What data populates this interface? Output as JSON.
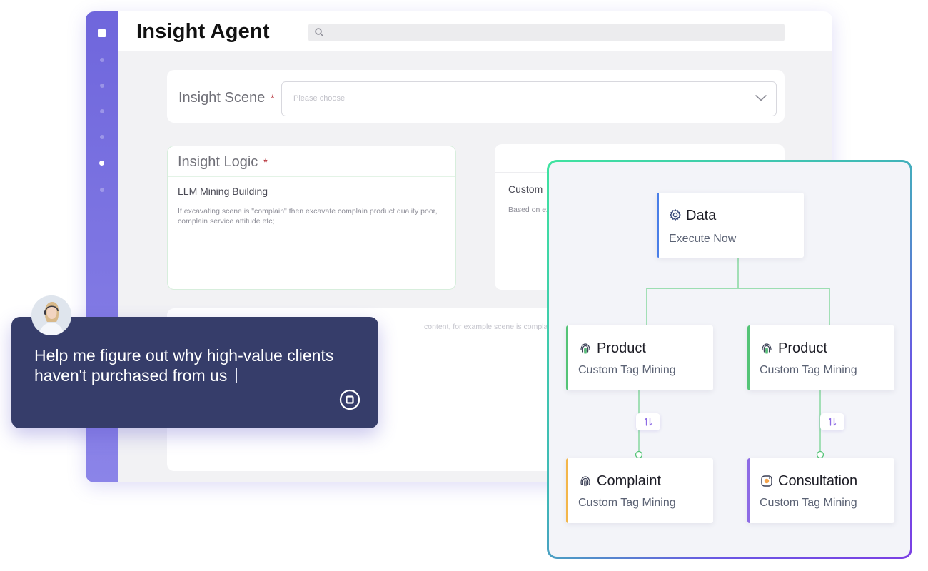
{
  "app": {
    "title": "Insight Agent",
    "search": {
      "placeholder": ""
    }
  },
  "form": {
    "scene": {
      "label": "Insight Scene",
      "required_mark": "*",
      "placeholder": "Please choose"
    },
    "logic": {
      "label": "Insight Logic",
      "required_mark": "*",
      "subtitle": "LLM Mining Building",
      "description": "If excavating scene is \"complain\" then excavate complain product quality poor, complain service attitude etc;"
    },
    "custom": {
      "subtitle": "Custom",
      "description": "Based on excavating"
    },
    "content": {
      "description": "content, for example scene is complain, then ics complain etc."
    }
  },
  "chat": {
    "message": "Help me figure out why high-value clients haven't purchased from us",
    "stop_icon": "stop-circle-icon"
  },
  "flow": {
    "nodes": {
      "data": {
        "title": "Data",
        "subtitle": "Execute Now",
        "icon": "gear-icon"
      },
      "product_left": {
        "title": "Product",
        "subtitle": "Custom Tag Mining",
        "icon": "fingerprint-icon"
      },
      "product_right": {
        "title": "Product",
        "subtitle": "Custom Tag Mining",
        "icon": "fingerprint-icon"
      },
      "complaint": {
        "title": "Complaint",
        "subtitle": "Custom Tag Mining",
        "icon": "fingerprint-icon"
      },
      "consultation": {
        "title": "Consultation",
        "subtitle": "Custom Tag Mining",
        "icon": "instagram-icon"
      }
    }
  },
  "colors": {
    "rail_top": "#6f66dc",
    "rail_bottom": "#8b84e8",
    "chat_bg": "#363d6a",
    "node_green": "#54c477",
    "node_blue": "#4a7fe8",
    "node_orange": "#f3b64a",
    "node_purple": "#8d6be5",
    "required": "#b0222a"
  }
}
